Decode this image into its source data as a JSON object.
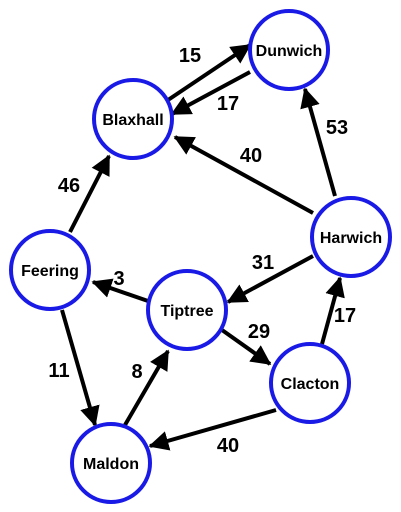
{
  "colors": {
    "node_stroke": "#1a1ae6",
    "edge": "#000000",
    "background": "#ffffff"
  },
  "nodes": {
    "dunwich": "Dunwich",
    "blaxhall": "Blaxhall",
    "harwich": "Harwich",
    "feering": "Feering",
    "tiptree": "Tiptree",
    "clacton": "Clacton",
    "maldon": "Maldon"
  },
  "edges": [
    {
      "from": "blaxhall",
      "to": "dunwich",
      "weight": "15"
    },
    {
      "from": "dunwich",
      "to": "blaxhall",
      "weight": "17"
    },
    {
      "from": "harwich",
      "to": "dunwich",
      "weight": "53"
    },
    {
      "from": "harwich",
      "to": "blaxhall",
      "weight": "40"
    },
    {
      "from": "feering",
      "to": "blaxhall",
      "weight": "46"
    },
    {
      "from": "harwich",
      "to": "tiptree",
      "weight": "31"
    },
    {
      "from": "tiptree",
      "to": "feering",
      "weight": "3"
    },
    {
      "from": "feering",
      "to": "maldon",
      "weight": "11"
    },
    {
      "from": "maldon",
      "to": "tiptree",
      "weight": "8"
    },
    {
      "from": "tiptree",
      "to": "clacton",
      "weight": "29"
    },
    {
      "from": "clacton",
      "to": "harwich",
      "weight": "17"
    },
    {
      "from": "clacton",
      "to": "maldon",
      "weight": "40"
    }
  ]
}
